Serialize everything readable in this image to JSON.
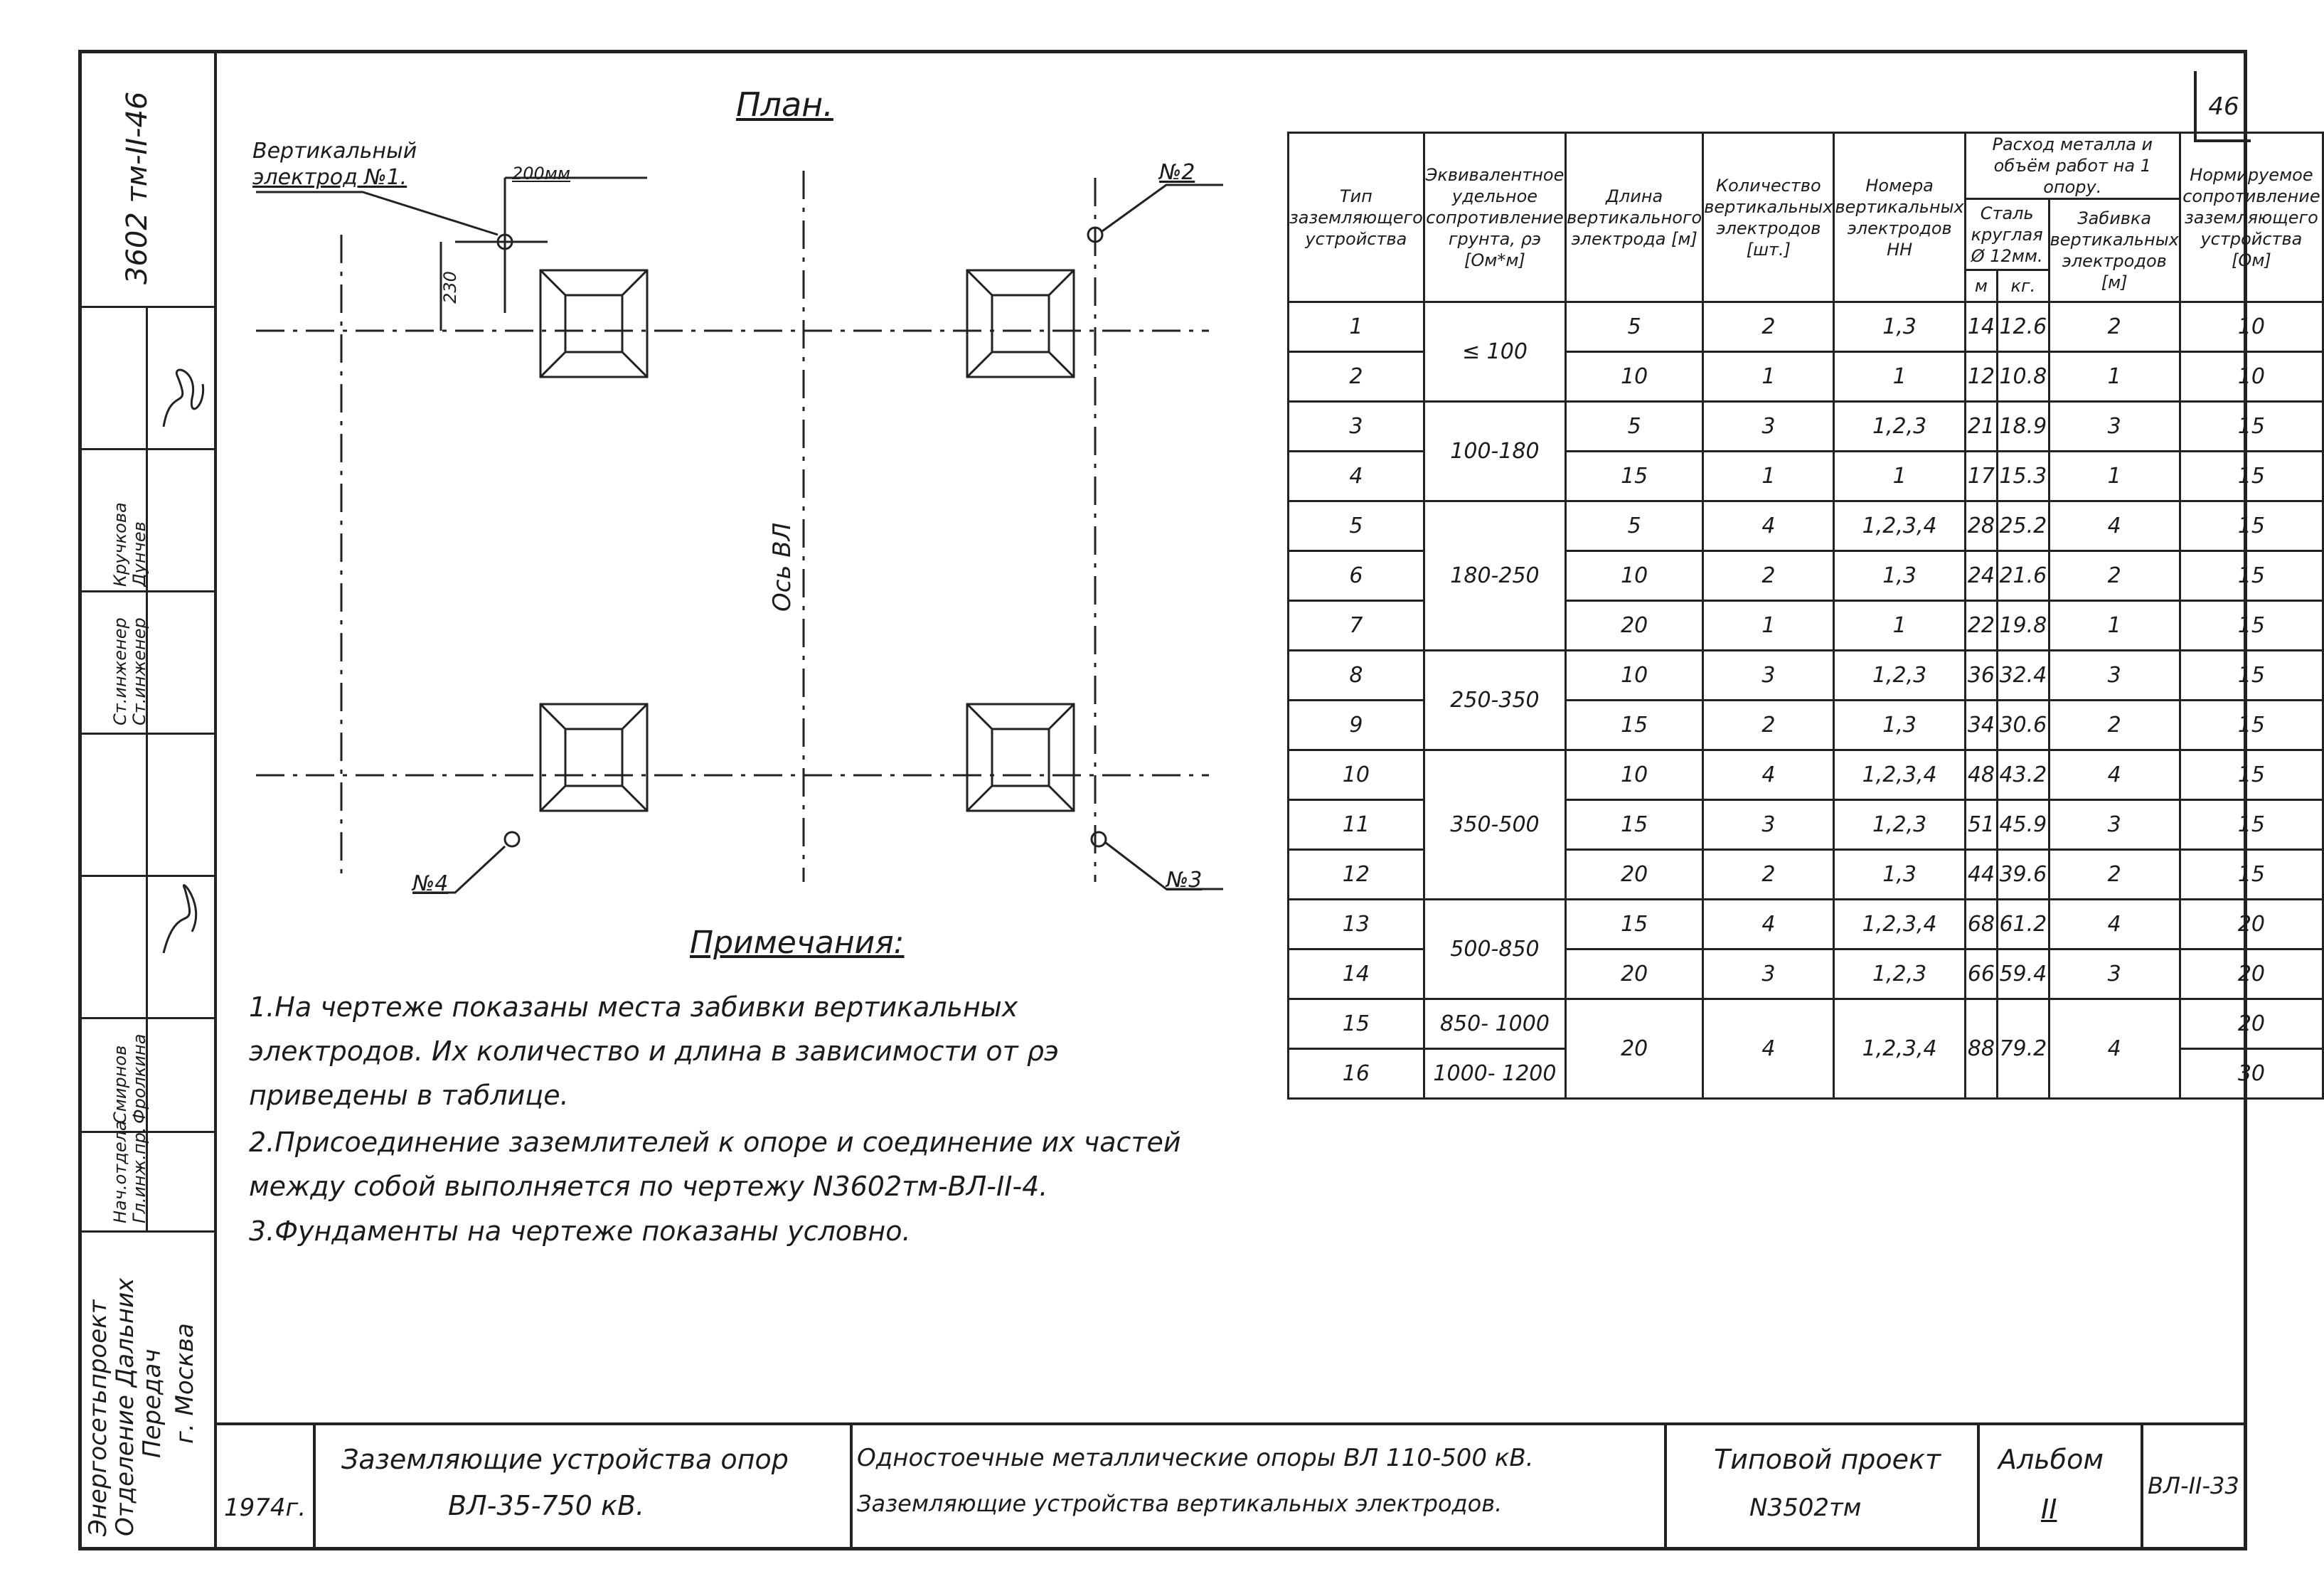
{
  "sheet_number": "46",
  "side": {
    "drawing_code": "3602 тм-II-46",
    "org": [
      "Энергосетьпроект",
      "Отделение Дальних",
      "Передач",
      "г. Москва"
    ],
    "roles": [
      {
        "role": "Нач.отдела",
        "name": "Смирнов"
      },
      {
        "role": "Гл.инж.пр.",
        "name": "Фролкина"
      },
      {
        "role": "Ст.инженер",
        "name": "Кручкова"
      },
      {
        "role": "Ст.инженер",
        "name": "Дунчев"
      }
    ]
  },
  "plan": {
    "title": "План.",
    "electrode_label_1": "Вертикальный",
    "electrode_label_2": "электрод №1.",
    "dim_200": "200мм",
    "dim_230": "230",
    "n2": "№2",
    "n3": "№3",
    "n4": "№4",
    "axis_label": "Ось ВЛ"
  },
  "notes": {
    "title": "Примечания:",
    "items": [
      "1.На чертеже показаны места забивки вертикальных электродов. Их количество и длина в зависимости от ρэ приведены в таблице.",
      "2.Присоединение заземлителей к опоре и соединение их частей между собой выполняется по чертежу N3602тм-ВЛ-II-4.",
      "3.Фундаменты на чертеже показаны условно."
    ]
  },
  "table": {
    "headers": {
      "type": "Тип заземляющего устройства",
      "rho": "Эквивалентное удельное сопротивление грунта, ρэ [Ом*м]",
      "length": "Длина вертикального электрода [м]",
      "count": "Количество вертикальных электродов [шт.]",
      "numbers": "Номера вертикальных электродов НН",
      "metal": "Расход металла и объём работ на 1 опору.",
      "steel": "Сталь круглая Ø 12мм.",
      "m": "м",
      "kg": "кг.",
      "drive": "Забивка вертикальных электродов [м]",
      "resistance": "Нормируемое сопротивление заземляющего устройства [Ом]"
    },
    "rows": [
      {
        "type": "1",
        "length": "5",
        "count": "2",
        "nums": "1,3",
        "m": "14",
        "kg": "12.6",
        "drive": "2",
        "res": "10"
      },
      {
        "type": "2",
        "length": "10",
        "count": "1",
        "nums": "1",
        "m": "12",
        "kg": "10.8",
        "drive": "1",
        "res": "10"
      },
      {
        "type": "3",
        "length": "5",
        "count": "3",
        "nums": "1,2,3",
        "m": "21",
        "kg": "18.9",
        "drive": "3",
        "res": "15"
      },
      {
        "type": "4",
        "length": "15",
        "count": "1",
        "nums": "1",
        "m": "17",
        "kg": "15.3",
        "drive": "1",
        "res": "15"
      },
      {
        "type": "5",
        "length": "5",
        "count": "4",
        "nums": "1,2,3,4",
        "m": "28",
        "kg": "25.2",
        "drive": "4",
        "res": "15"
      },
      {
        "type": "6",
        "length": "10",
        "count": "2",
        "nums": "1,3",
        "m": "24",
        "kg": "21.6",
        "drive": "2",
        "res": "15"
      },
      {
        "type": "7",
        "length": "20",
        "count": "1",
        "nums": "1",
        "m": "22",
        "kg": "19.8",
        "drive": "1",
        "res": "15"
      },
      {
        "type": "8",
        "length": "10",
        "count": "3",
        "nums": "1,2,3",
        "m": "36",
        "kg": "32.4",
        "drive": "3",
        "res": "15"
      },
      {
        "type": "9",
        "length": "15",
        "count": "2",
        "nums": "1,3",
        "m": "34",
        "kg": "30.6",
        "drive": "2",
        "res": "15"
      },
      {
        "type": "10",
        "length": "10",
        "count": "4",
        "nums": "1,2,3,4",
        "m": "48",
        "kg": "43.2",
        "drive": "4",
        "res": "15"
      },
      {
        "type": "11",
        "length": "15",
        "count": "3",
        "nums": "1,2,3",
        "m": "51",
        "kg": "45.9",
        "drive": "3",
        "res": "15"
      },
      {
        "type": "12",
        "length": "20",
        "count": "2",
        "nums": "1,3",
        "m": "44",
        "kg": "39.6",
        "drive": "2",
        "res": "15"
      },
      {
        "type": "13",
        "length": "15",
        "count": "4",
        "nums": "1,2,3,4",
        "m": "68",
        "kg": "61.2",
        "drive": "4",
        "res": "20"
      },
      {
        "type": "14",
        "length": "20",
        "count": "3",
        "nums": "1,2,3",
        "m": "66",
        "kg": "59.4",
        "drive": "3",
        "res": "20"
      },
      {
        "type": "15",
        "length": "20",
        "count": "4",
        "nums": "1,2,3,4",
        "m": "88",
        "kg": "79.2",
        "drive": "4",
        "res": "20"
      },
      {
        "type": "16",
        "res": "30"
      }
    ],
    "rho_groups": [
      "≤ 100",
      "100-180",
      "180-250",
      "250-350",
      "350-500",
      "500-850",
      "850- 1000",
      "1000- 1200"
    ]
  },
  "title_block": {
    "year": "1974г.",
    "subject_1": "Заземляющие устройства опор",
    "subject_2": "ВЛ-35-750 кВ.",
    "desc_1": "Одностоечные металлические опоры ВЛ 110-500 кВ.",
    "desc_2": "Заземляющие устройства вертикальных электродов.",
    "project_1": "Типовой проект",
    "project_2": "N3502тм",
    "album_1": "Альбом",
    "album_2": "II",
    "code": "ВЛ-II-33"
  }
}
